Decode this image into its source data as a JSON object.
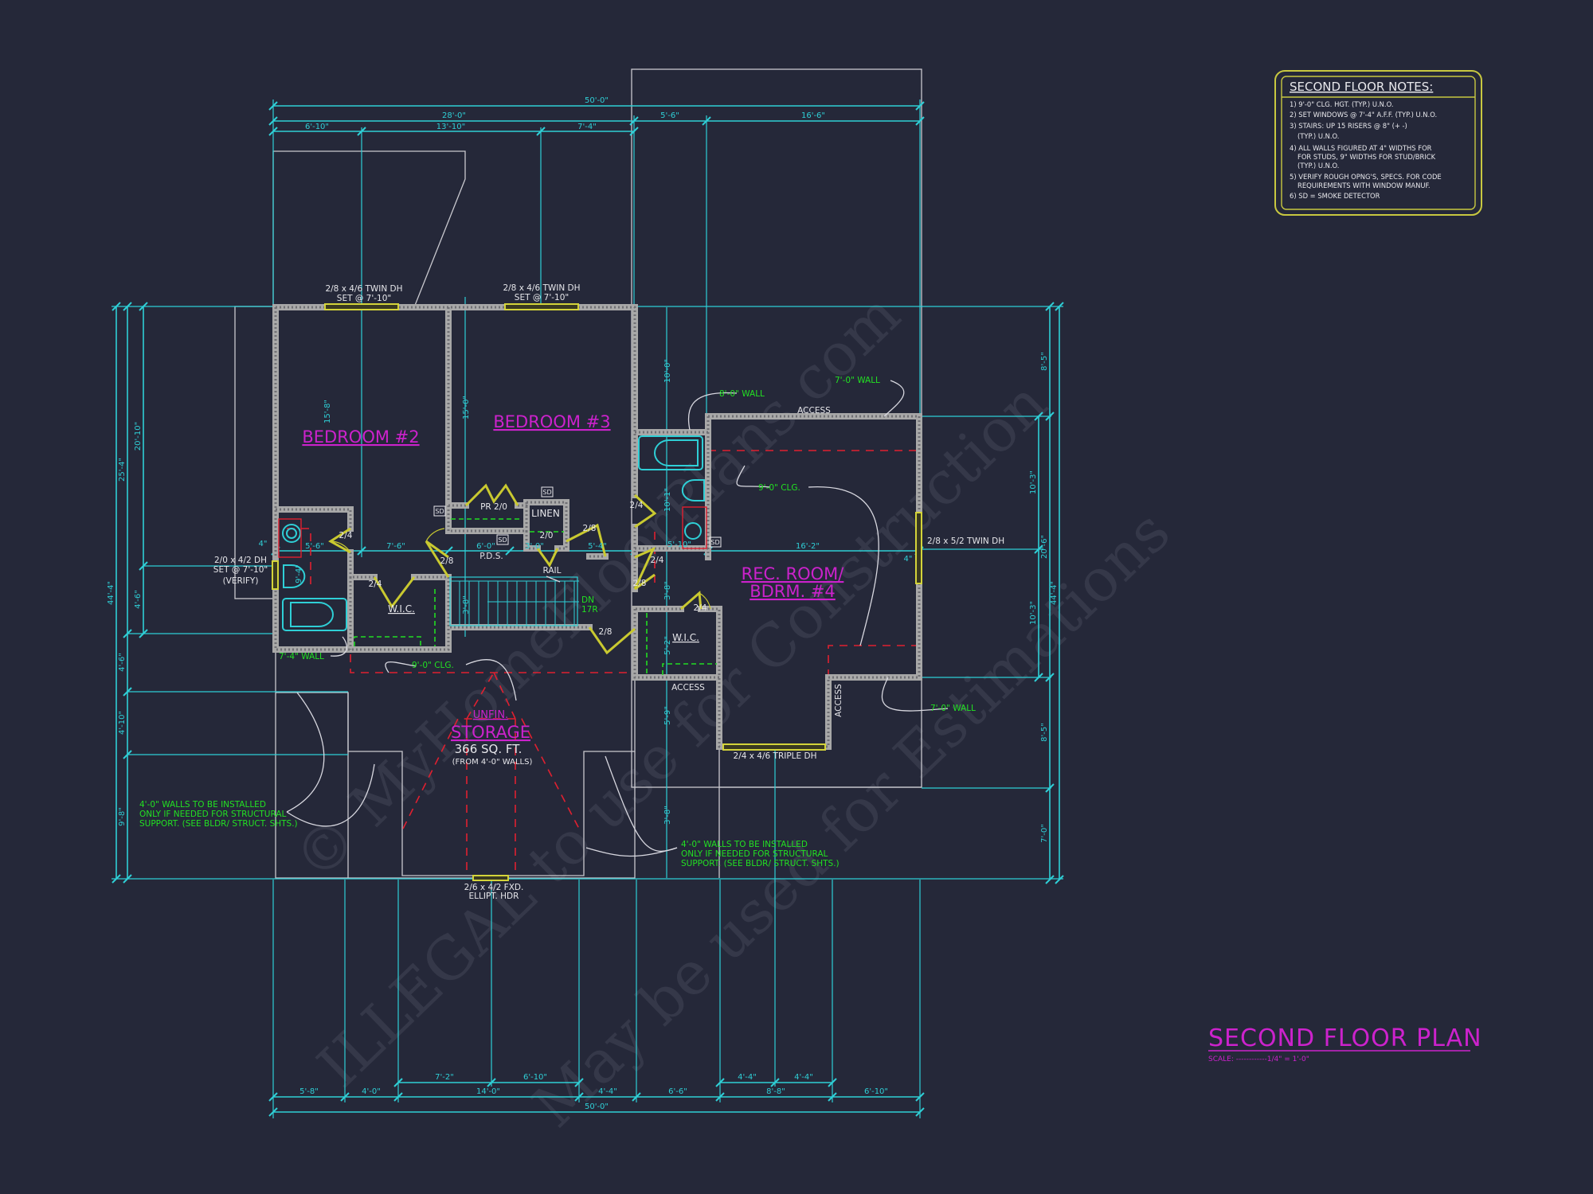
{
  "colors": {
    "background": "#252839",
    "dimension": "#2fcfd6",
    "room_label": "#cc22cc",
    "annotation_green": "#22e022",
    "window_door": "#c9c930",
    "walls": "#a8a8a8",
    "ceiling_line": "#e02030",
    "notes_border": "#c8c840"
  },
  "title": {
    "text": "SECOND FLOOR PLAN",
    "scale": "SCALE: ------------1/4\" = 1'-0\""
  },
  "notes": {
    "heading": "SECOND FLOOR NOTES:",
    "lines": [
      "1) 9'-0\" CLG. HGT. (TYP.) U.N.O.",
      "2) SET WINDOWS @ 7'-4\" A.F.F. (TYP.) U.N.O.",
      "3) STAIRS: UP 15 RISERS @ 8\" (+ -)",
      "(TYP.) U.N.O.",
      "4) ALL WALLS FIGURED AT 4\" WIDTHS FOR",
      "FOR STUDS, 9\" WIDTHS FOR STUD/BRICK",
      "(TYP.) U.N.O.",
      "5) VERIFY ROUGH OPNG'S, SPECS. FOR CODE",
      "REQUIREMENTS WITH WINDOW MANUF.",
      "6) SD = SMOKE DETECTOR"
    ]
  },
  "rooms": {
    "bedroom2": "BEDROOM #2",
    "bedroom3": "BEDROOM #3",
    "rec_room_line1": "REC. ROOM/",
    "rec_room_line2": "BDRM. #4",
    "storage_line1": "UNFIN.",
    "storage_line2": "STORAGE",
    "storage_area": "366 SQ. FT.",
    "storage_note": "(FROM 4'-0\" WALLS)",
    "wic": "W.I.C.",
    "linen": "LINEN",
    "pr": "PR 2/0",
    "pds": "P.D.S.",
    "rail": "RAIL",
    "stairs_dn": "DN",
    "stairs_risers": "17R"
  },
  "windows": {
    "bed2_line1": "2/8 x 4/6 TWIN DH",
    "bed2_line2": "SET @ 7'-10\"",
    "bed3_line1": "2/8 x 4/6 TWIN DH",
    "bed3_line2": "SET @ 7'-10\"",
    "rec_right": "2/8 x 5/2 TWIN DH",
    "bath_line1": "2/0 x 4/2 DH",
    "bath_line2": "SET @ 7'-10\"",
    "bath_line3": "(VERIFY)",
    "rec_bottom": "2/4 x 4/6 TRIPLE DH",
    "storage_line1": "2/6 x 4/2 FXD.",
    "storage_line2": "ELLIPT. HDR"
  },
  "annotations": {
    "wall_8": "8'-0\" WALL",
    "wall_7_top": "7'-0\" WALL",
    "clg_rec": "9'-0\" CLG.",
    "wall_7_right": "7'-0\" WALL",
    "wall_7_4": "7'-4\" WALL",
    "clg_hall": "9'-0\" CLG.",
    "access": "ACCESS",
    "sd": "SD",
    "struct_note_left": [
      "4'-0\" WALLS TO BE INSTALLED",
      "ONLY IF NEEDED FOR STRUCTURAL",
      "SUPPORT. (SEE BLDR/ STRUCT. SHTS.)"
    ],
    "struct_note_right": [
      "4'-0\" WALLS TO BE INSTALLED",
      "ONLY IF NEEDED FOR STRUCTURAL",
      "SUPPORT. (SEE BLDR/ STRUCT. SHTS.)"
    ],
    "offset_4in": "4\""
  },
  "doors": [
    "2/4",
    "2/4",
    "2/8",
    "2/8",
    "2/0",
    "2/8",
    "2/4",
    "2/4",
    "2/8",
    "2/4"
  ],
  "dimensions": {
    "top": {
      "overall": "50'-0\"",
      "row2": [
        "28'-0\"",
        "5'-6\"",
        "16'-6\""
      ],
      "row3": [
        "6'-10\"",
        "13'-10\"",
        "7'-4\""
      ]
    },
    "bottom": {
      "overall": "50'-0\"",
      "row1": [
        "5'-8\"",
        "4'-0\"",
        "14'-0\"",
        "4'-4\"",
        "6'-6\"",
        "8'-8\"",
        "6'-10\""
      ],
      "row0": [
        "7'-2\"",
        "6'-10\"",
        "4'-4\"",
        "4'-4\""
      ]
    },
    "left": {
      "overall": "44'-4\"",
      "middle": [
        "25'-4\"",
        "4'-6\"",
        "4'-10\"",
        "9'-8\""
      ],
      "inner": [
        "20'-10\"",
        "4'-6\""
      ]
    },
    "right": {
      "overall": "44'-4\"",
      "middle": [
        "8'-5\"",
        "20'-6\"",
        "8'-5\"",
        "7'-0\""
      ],
      "inner": [
        "10'-3\"",
        "10'-3\""
      ]
    },
    "interior_h": [
      "5'-6\"",
      "7'-6\"",
      "6'-0\"",
      "3'-0\"",
      "5'-4\"",
      "5'-10\"",
      "16'-2\""
    ],
    "interior_v": [
      "15'-8\"",
      "15'-0\"",
      "10'-0\"",
      "10'-1\"",
      "3'-8\"",
      "5'-2\"",
      "5'-9\"",
      "3'-8\"",
      "9'-4\"",
      "3'-8\""
    ]
  },
  "watermark": [
    "© MyHomeFloorPlans.com",
    "ILLEGAL to use for Construction",
    "May be used for Estimations"
  ]
}
